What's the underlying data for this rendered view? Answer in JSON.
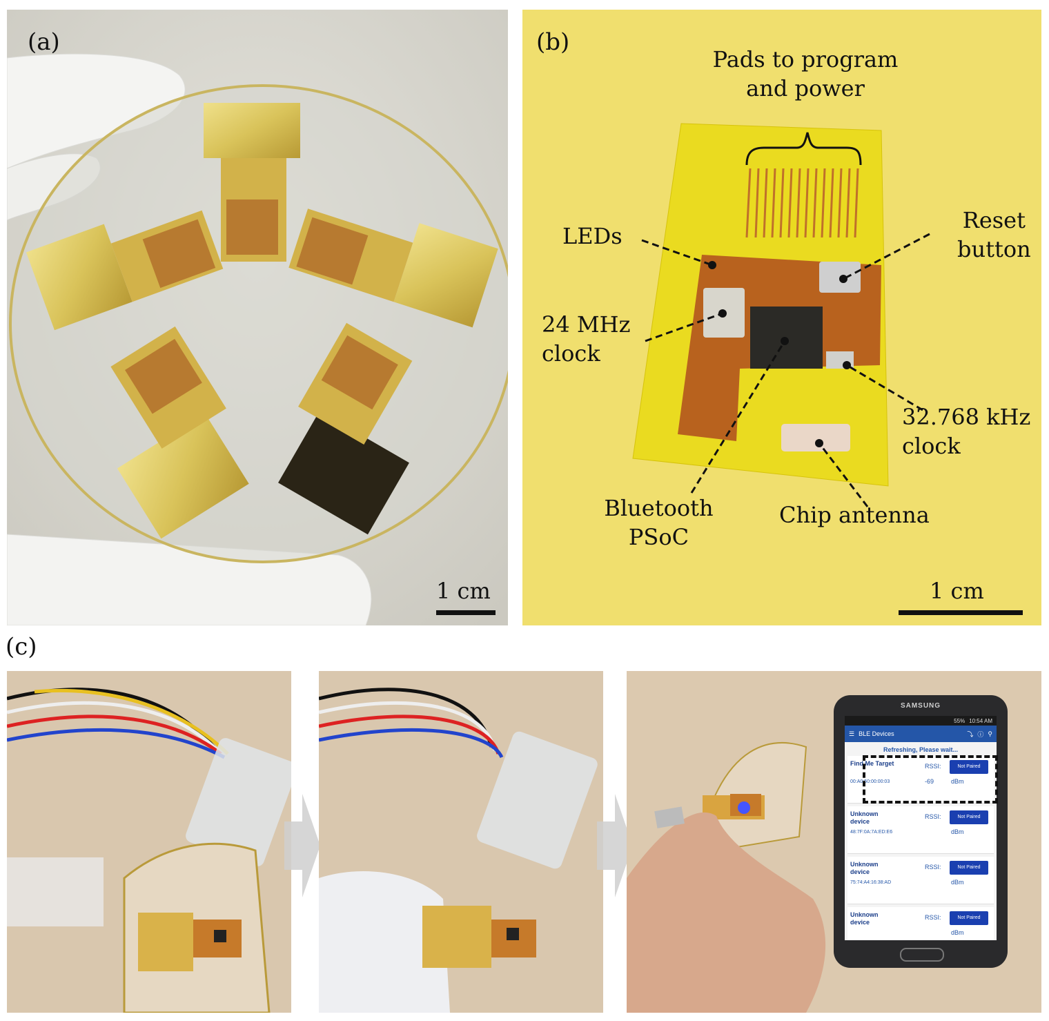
{
  "panels": {
    "a": {
      "label": "(a)",
      "scale": "1 cm"
    },
    "b": {
      "label": "(b)",
      "scale": "1 cm",
      "annotations": {
        "pads_line1": "Pads to program",
        "pads_line2": "and power",
        "leds": "LEDs",
        "reset_line1": "Reset",
        "reset_line2": "button",
        "clock24_line1": "24 MHz",
        "clock24_line2": "clock",
        "clock32_line1": "32.768 kHz",
        "clock32_line2": "clock",
        "psoc_line1": "Bluetooth",
        "psoc_line2": "PSoC",
        "antenna": "Chip antenna"
      }
    },
    "c": {
      "label": "(c)",
      "phone": {
        "brand": "SAMSUNG",
        "time": "10:54 AM",
        "battery": "55%",
        "app_title": "BLE Devices",
        "status": "Refreshing, Please wait...",
        "rssi_label": "RSSI:",
        "unit": "dBm",
        "devices": [
          {
            "name_line1": "Find Me Target",
            "name_line2": "",
            "address": "00:A0:50:00:00:03",
            "rssi": "-69",
            "button": "Not Paired"
          },
          {
            "name_line1": "Unknown",
            "name_line2": "device",
            "address": "48:7F:0A:7A:ED:E6",
            "rssi": "",
            "button": "Not Paired"
          },
          {
            "name_line1": "Unknown",
            "name_line2": "device",
            "address": "75:74:A4:16:38:AD",
            "rssi": "",
            "button": "Not Paired"
          },
          {
            "name_line1": "Unknown",
            "name_line2": "device",
            "address": "",
            "rssi": "",
            "button": "Not Paired"
          }
        ]
      }
    }
  }
}
